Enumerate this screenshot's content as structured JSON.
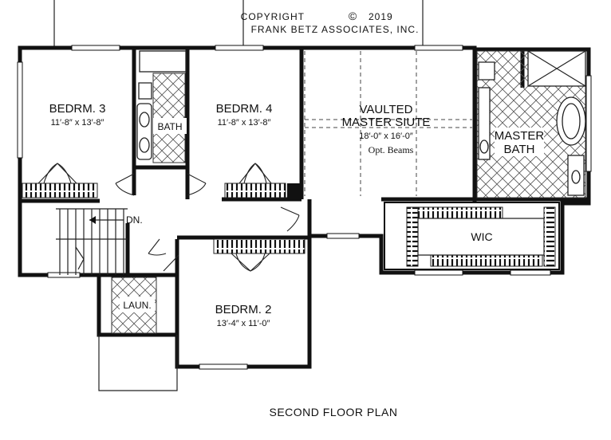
{
  "copyright": {
    "line1": "COPYRIGHT",
    "symbol": "©",
    "year": "2019",
    "line2": "FRANK BETZ ASSOCIATES, INC."
  },
  "rooms": {
    "bedroom3": {
      "name": "BEDRM. 3",
      "dims": "11′-8″ x 13′-8″"
    },
    "bedroom4": {
      "name": "BEDRM. 4",
      "dims": "11′-8″ x 13′-8″"
    },
    "bath": {
      "name": "BATH"
    },
    "master_suite": {
      "name_line1": "VAULTED",
      "name_line2": "MASTER SIUTE",
      "dims": "18′-0″ x 16′-0″",
      "note": "Opt. Beams"
    },
    "master_bath": {
      "name_line1": "MASTER",
      "name_line2": "BATH"
    },
    "wic": {
      "name": "WIC"
    },
    "bedroom2": {
      "name": "BEDRM. 2",
      "dims": "13′-4″ x 11′-0″"
    },
    "laundry": {
      "name": "LAUN."
    },
    "stairs": {
      "label": "DN."
    }
  },
  "caption": "SECOND FLOOR PLAN",
  "colors": {
    "line": "#111111",
    "background": "#ffffff"
  }
}
